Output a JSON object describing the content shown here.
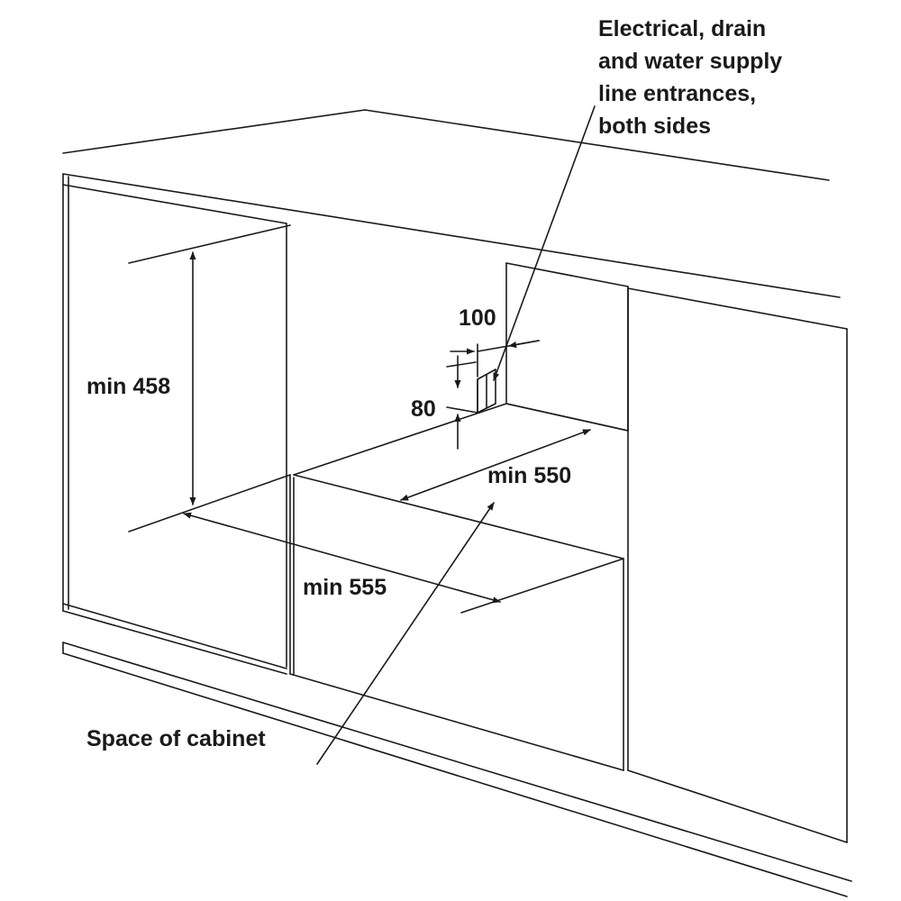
{
  "labels": {
    "supply_line_1": "Electrical, drain",
    "supply_line_2": "and water supply",
    "supply_line_3": "line entrances,",
    "supply_line_4": "both sides",
    "dim_100": "100",
    "dim_80": "80",
    "height": "min 458",
    "depth": "min 550",
    "width": "min 555",
    "cabinet": "Space of cabinet"
  },
  "colors": {
    "line": "#1a1a1a",
    "background": "#ffffff"
  }
}
